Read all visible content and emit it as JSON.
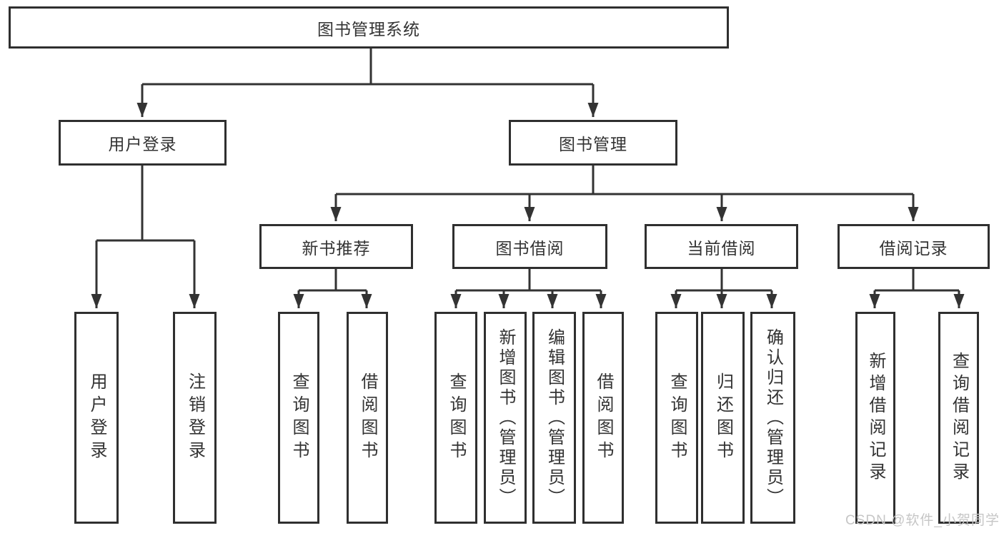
{
  "diagram": {
    "type": "tree",
    "title": "图书管理系统",
    "colors": {
      "line": "#333333",
      "box_border": "#2f2f2f",
      "box_background": "#ffffff",
      "text": "#333333",
      "watermark": "#c6c6c6"
    },
    "root": {
      "label": "图书管理系统"
    },
    "level2": [
      {
        "label": "用户登录",
        "parent": "图书管理系统"
      },
      {
        "label": "图书管理",
        "parent": "图书管理系统"
      }
    ],
    "level3": [
      {
        "label": "新书推荐",
        "parent": "图书管理"
      },
      {
        "label": "图书借阅",
        "parent": "图书管理"
      },
      {
        "label": "当前借阅",
        "parent": "图书管理"
      },
      {
        "label": "借阅记录",
        "parent": "图书管理"
      }
    ],
    "leaves": [
      {
        "label": "用户登录",
        "parent": "用户登录"
      },
      {
        "label": "注销登录",
        "parent": "用户登录"
      },
      {
        "label": "查询图书",
        "parent": "新书推荐"
      },
      {
        "label": "借阅图书",
        "parent": "新书推荐"
      },
      {
        "label": "查询图书",
        "parent": "图书借阅"
      },
      {
        "label": "新增图书（管理员）",
        "parent": "图书借阅"
      },
      {
        "label": "编辑图书（管理员）",
        "parent": "图书借阅"
      },
      {
        "label": "借阅图书",
        "parent": "图书借阅"
      },
      {
        "label": "查询图书",
        "parent": "当前借阅"
      },
      {
        "label": "归还图书",
        "parent": "当前借阅"
      },
      {
        "label": "确认归还（管理员）",
        "parent": "当前借阅"
      },
      {
        "label": "新增借阅记录",
        "parent": "借阅记录"
      },
      {
        "label": "查询借阅记录",
        "parent": "借阅记录"
      }
    ],
    "watermark": {
      "text": "CSDN @软件_小贺同学"
    }
  }
}
